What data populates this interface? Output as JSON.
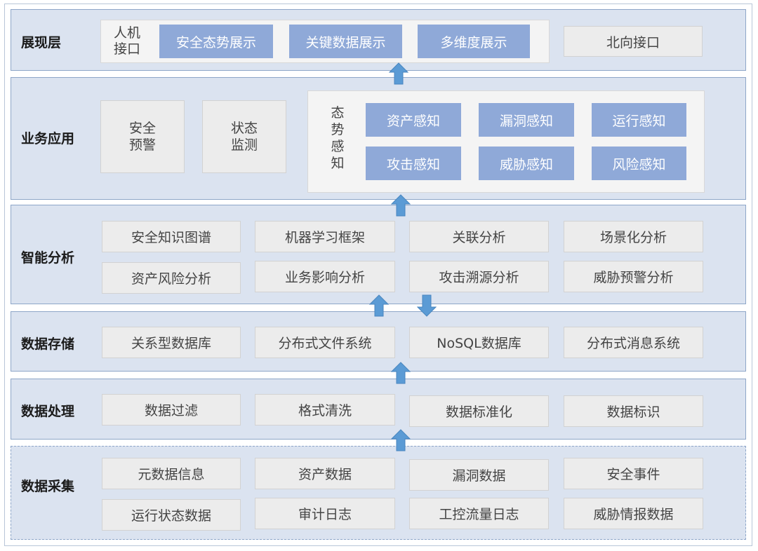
{
  "layers": {
    "presentation": {
      "title": "展现层",
      "hmi_label": "人机\n接口",
      "items": [
        "安全态势展示",
        "关键数据展示",
        "多维度展示"
      ],
      "north": "北向接口"
    },
    "business": {
      "title": "业务应用",
      "items": [
        "安全\n预警",
        "状态\n监测"
      ],
      "sa_label": "态\n势\n感\n知",
      "sa_items": [
        "资产感知",
        "漏洞感知",
        "运行感知",
        "攻击感知",
        "威胁感知",
        "风险感知"
      ]
    },
    "analysis": {
      "title": "智能分析",
      "items": [
        "安全知识图谱",
        "机器学习框架",
        "关联分析",
        "场景化分析",
        "资产风险分析",
        "业务影响分析",
        "攻击溯源分析",
        "威胁预警分析"
      ]
    },
    "storage": {
      "title": "数据存储",
      "items": [
        "关系型数据库",
        "分布式文件系统",
        "NoSQL数据库",
        "分布式消息系统"
      ]
    },
    "processing": {
      "title": "数据处理",
      "items": [
        "数据过滤",
        "格式清洗",
        "数据标准化",
        "数据标识"
      ]
    },
    "collection": {
      "title": "数据采集",
      "items": [
        "元数据信息",
        "资产数据",
        "漏洞数据",
        "安全事件",
        "运行状态数据",
        "审计日志",
        "工控流量日志",
        "威胁情报数据"
      ]
    }
  },
  "colors": {
    "layer_bg": "#dbe3f0",
    "layer_border": "#8ea6c8",
    "box_gray": "#ececec",
    "box_blue": "#8fa9d8",
    "arrow": "#5b9bd5"
  },
  "icons": [
    "arrow-up-icon",
    "arrow-down-icon"
  ]
}
